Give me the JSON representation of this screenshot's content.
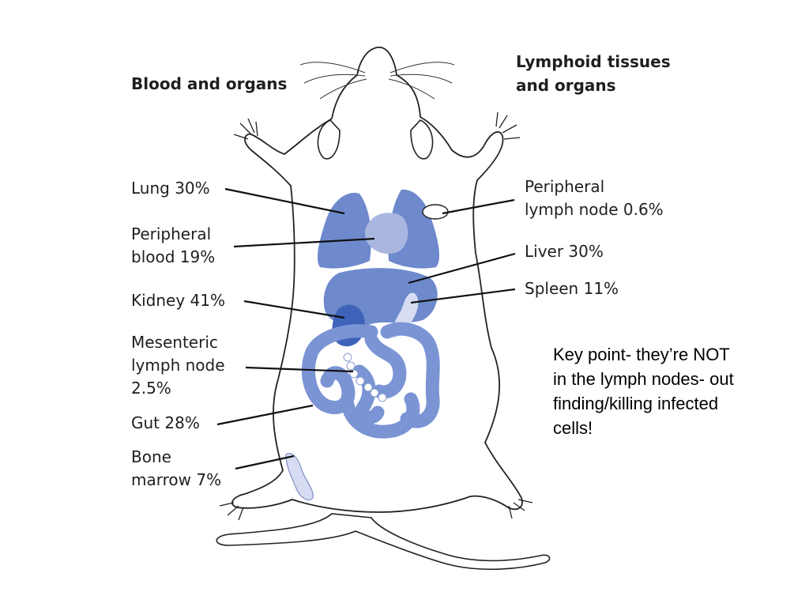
{
  "headings": {
    "blood": "Blood and organs",
    "lymphoid": "Lymphoid tissues\nand organs"
  },
  "labels": {
    "lung": "Lung 30%",
    "peripheral_blood": "Peripheral\nblood 19%",
    "kidney": "Kidney 41%",
    "mesenteric": "Mesenteric\nlymph node\n2.5%",
    "gut": "Gut 28%",
    "bone_marrow": "Bone\nmarrow 7%",
    "peripheral_lymph": "Peripheral\nlymph node 0.6%",
    "liver": "Liver 30%",
    "spleen": "Spleen 11%"
  },
  "note": "Key point- they’re NOT in the lymph nodes- out finding/killing infected cells!",
  "colors": {
    "organ": "#6e89cc",
    "heart": "#a9b7e0",
    "kidney": "#3f63b8",
    "gut": "#7a94d4",
    "light_organ": "#d6ddf2",
    "outline": "#222222"
  }
}
